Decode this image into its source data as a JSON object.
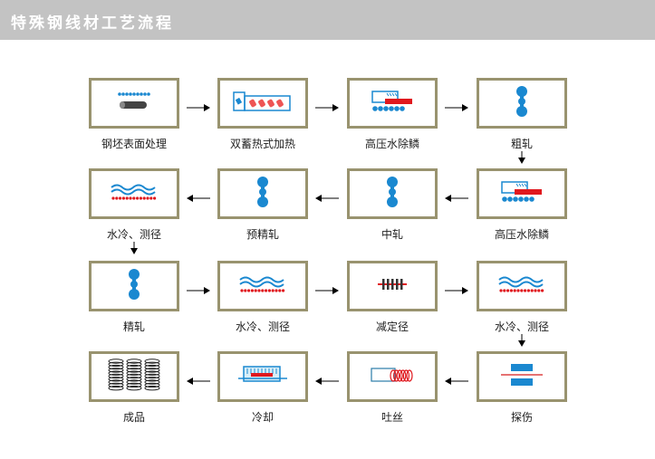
{
  "title": "特殊钢线材工艺流程",
  "steps": [
    {
      "label": "钢坯表面处理",
      "icon": "billet-icon"
    },
    {
      "label": "双蓄热式加热",
      "icon": "furnace-icon"
    },
    {
      "label": "高压水除鳞",
      "icon": "descaling-icon"
    },
    {
      "label": "粗轧",
      "icon": "rolling-stand-icon"
    },
    {
      "label": "高压水除鳞",
      "icon": "descaling-icon"
    },
    {
      "label": "中轧",
      "icon": "rolling-stand-icon"
    },
    {
      "label": "预精轧",
      "icon": "rolling-stand-icon"
    },
    {
      "label": "水冷、测径",
      "icon": "water-cooling-icon"
    },
    {
      "label": "精轧",
      "icon": "rolling-stand-icon"
    },
    {
      "label": "水冷、测径",
      "icon": "water-cooling-icon"
    },
    {
      "label": "减定径",
      "icon": "sizing-mill-icon"
    },
    {
      "label": "水冷、测径",
      "icon": "water-cooling-icon"
    },
    {
      "label": "探伤",
      "icon": "flaw-detection-icon"
    },
    {
      "label": "吐丝",
      "icon": "laying-head-icon"
    },
    {
      "label": "冷却",
      "icon": "cooling-conveyor-icon"
    },
    {
      "label": "成品",
      "icon": "coil-icon"
    }
  ],
  "colors": {
    "blue": "#1a88d0",
    "red": "#e0181e",
    "border": "#99936f",
    "header": "#c3c3c3"
  }
}
